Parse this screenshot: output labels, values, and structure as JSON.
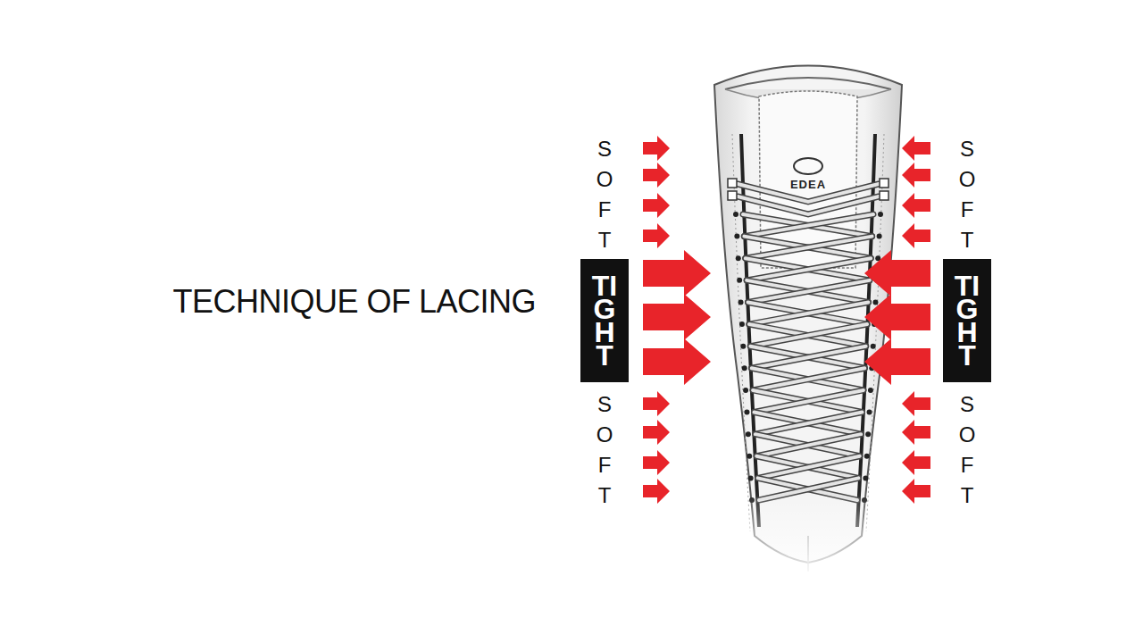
{
  "diagram": {
    "title": "TECHNIQUE OF LACING",
    "nodes": [
      {
        "text": [
          "TIGHT"
        ]
      },
      {
        "text": [
          "TIGHT"
        ]
      }
    ],
    "labels": [
      "SOFT",
      "SOFT",
      "SOFT",
      "SOFT",
      "EDEA"
    ]
  }
}
